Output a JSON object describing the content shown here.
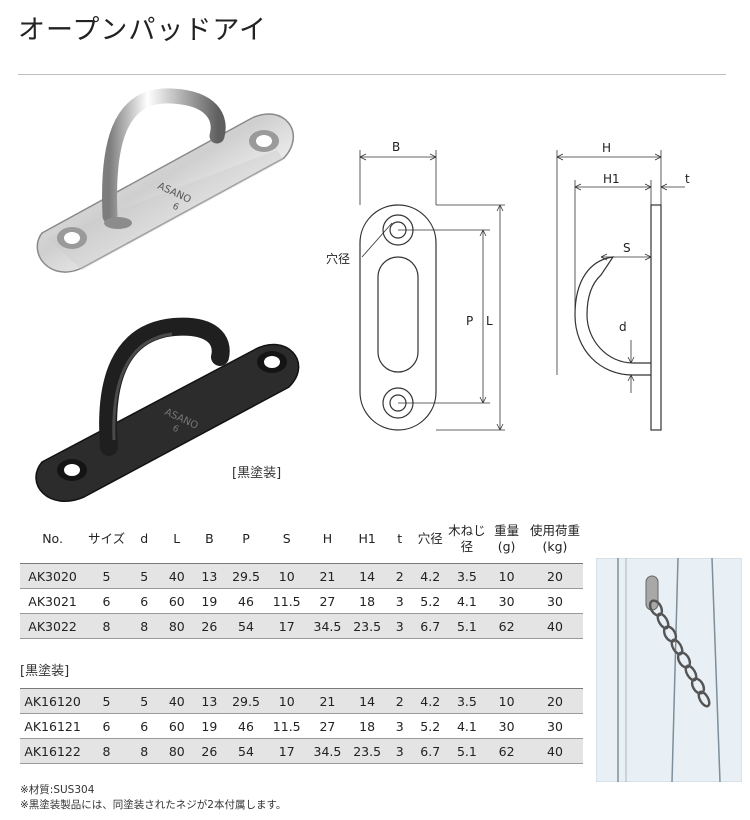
{
  "page": {
    "title": "オープンパッドアイ"
  },
  "figures": {
    "coating_caption": "[黒塗装]",
    "brand_text": "ASANO",
    "item_mark": "6",
    "dims_left": {
      "B": "B",
      "hole": "穴径",
      "P": "P",
      "L": "L"
    },
    "dims_right": {
      "H": "H",
      "H1": "H1",
      "t": "t",
      "S": "S",
      "d": "d"
    }
  },
  "table": {
    "columns": [
      "No.",
      "サイズ",
      "d",
      "L",
      "B",
      "P",
      "S",
      "H",
      "H1",
      "t",
      "穴径",
      "木ねじ\n径",
      "重量\n(g)",
      "使用荷重\n(kg)"
    ],
    "rows_standard": [
      [
        "AK3020",
        "5",
        "5",
        "40",
        "13",
        "29.5",
        "10",
        "21",
        "14",
        "2",
        "4.2",
        "3.5",
        "10",
        "20"
      ],
      [
        "AK3021",
        "6",
        "6",
        "60",
        "19",
        "46",
        "11.5",
        "27",
        "18",
        "3",
        "5.2",
        "4.1",
        "30",
        "30"
      ],
      [
        "AK3022",
        "8",
        "8",
        "80",
        "26",
        "54",
        "17",
        "34.5",
        "23.5",
        "3",
        "6.7",
        "5.1",
        "62",
        "40"
      ]
    ],
    "black_label": "[黒塗装]",
    "rows_black": [
      [
        "AK16120",
        "5",
        "5",
        "40",
        "13",
        "29.5",
        "10",
        "21",
        "14",
        "2",
        "4.2",
        "3.5",
        "10",
        "20"
      ],
      [
        "AK16121",
        "6",
        "6",
        "60",
        "19",
        "46",
        "11.5",
        "27",
        "18",
        "3",
        "5.2",
        "4.1",
        "30",
        "30"
      ],
      [
        "AK16122",
        "8",
        "8",
        "80",
        "26",
        "54",
        "17",
        "34.5",
        "23.5",
        "3",
        "6.7",
        "5.1",
        "62",
        "40"
      ]
    ]
  },
  "notes": [
    "※材質:SUS304",
    "※黒塗装製品には、同塗装されたネジが2本付属します。"
  ]
}
